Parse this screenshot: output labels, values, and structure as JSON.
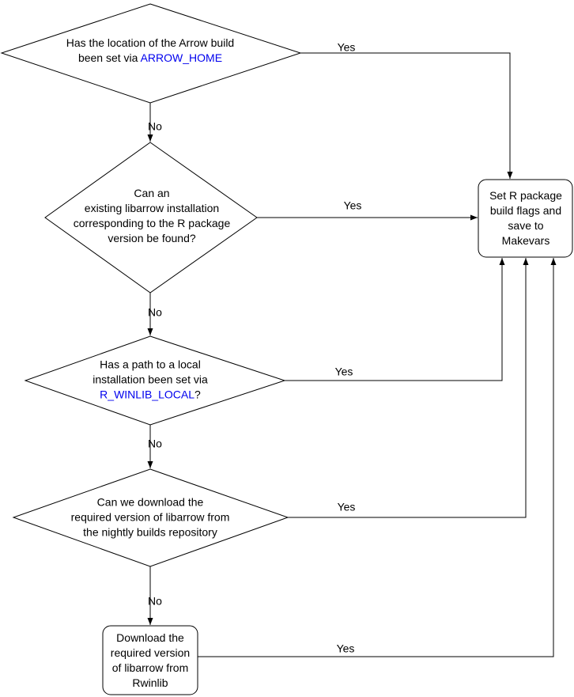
{
  "colors": {
    "stroke": "#000000",
    "text": "#000000",
    "link": "#0000ee",
    "background": "#ffffff"
  },
  "labels": {
    "yes": "Yes",
    "no": "No"
  },
  "nodes": {
    "arrow_home": {
      "line1": "Has the location of the Arrow build",
      "line2_text": "been set via ",
      "line2_link": "ARROW_HOME"
    },
    "existing_install": {
      "lines": [
        "Can an",
        "existing libarrow installation",
        "corresponding to the R package",
        "version be found?"
      ]
    },
    "winlib_local": {
      "line1": "Has a path to a local",
      "line2": "installation been set via",
      "line3_link": "R_WINLIB_LOCAL",
      "line3_suffix": "?"
    },
    "nightly": {
      "lines": [
        "Can we download the",
        "required version of libarrow from",
        "the nightly builds repository"
      ]
    },
    "makevars": {
      "lines": [
        "Set R package",
        "build flags and",
        "save to",
        "Makevars"
      ]
    },
    "rwinlib": {
      "lines": [
        "Download the",
        "required version",
        "of libarrow from",
        "Rwinlib"
      ]
    }
  }
}
